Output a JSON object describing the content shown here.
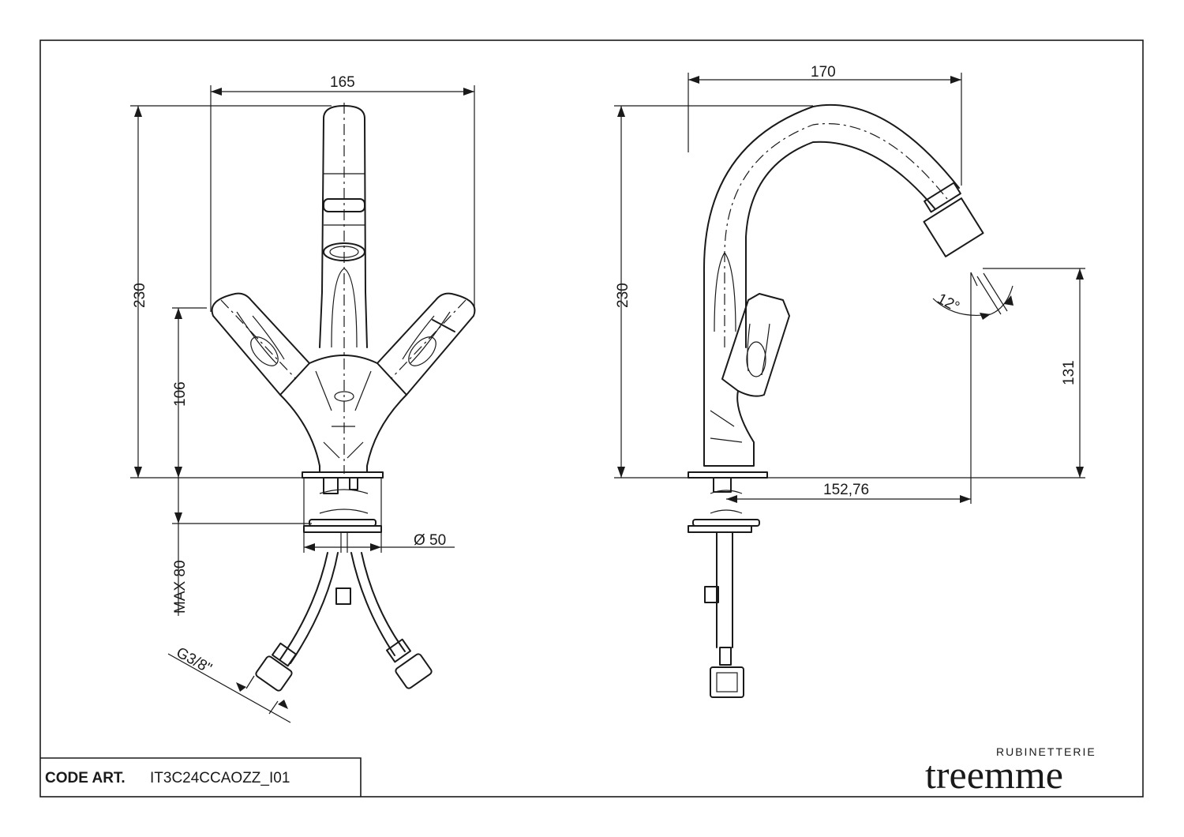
{
  "drawing": {
    "front_view": {
      "dim_width": "165",
      "dim_height": "230",
      "dim_handle_height": "106",
      "dim_max_thickness": "MAX 80",
      "dim_diameter": "Ø 50",
      "dim_thread": "G3/8\""
    },
    "side_view": {
      "dim_reach": "170",
      "dim_height": "230",
      "dim_outlet_height": "131",
      "dim_projection": "152,76",
      "dim_angle": "12°"
    }
  },
  "title_block": {
    "code_label": "CODE ART.",
    "code_value": "IT3C24CCAOZZ_I01"
  },
  "brand": {
    "tagline": "RUBINETTERIE",
    "name": "treemme"
  }
}
